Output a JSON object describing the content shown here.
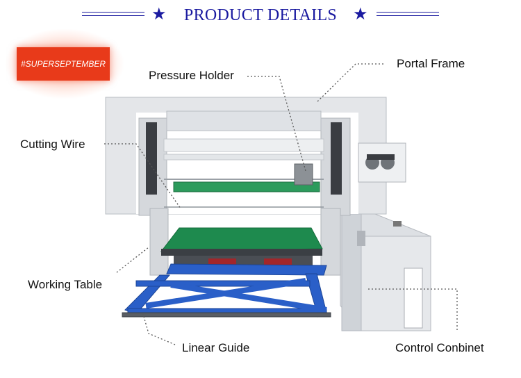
{
  "header": {
    "title": "PRODUCT DETAILS"
  },
  "badge": {
    "text": "#SUPERSEPTEMBER",
    "color": "#e83a1a"
  },
  "labels": {
    "pressure_holder": "Pressure Holder",
    "portal_frame": "Portal Frame",
    "cutting_wire": "Cutting Wire",
    "working_table": "Working Table",
    "linear_guide": "Linear Guide",
    "control_cabinet": "Control Conbinet"
  },
  "colors": {
    "header": "#1a1aa0",
    "frame": "#dcdfe3",
    "table_green": "#1e8a4e",
    "base_blue": "#2a5fc8"
  }
}
